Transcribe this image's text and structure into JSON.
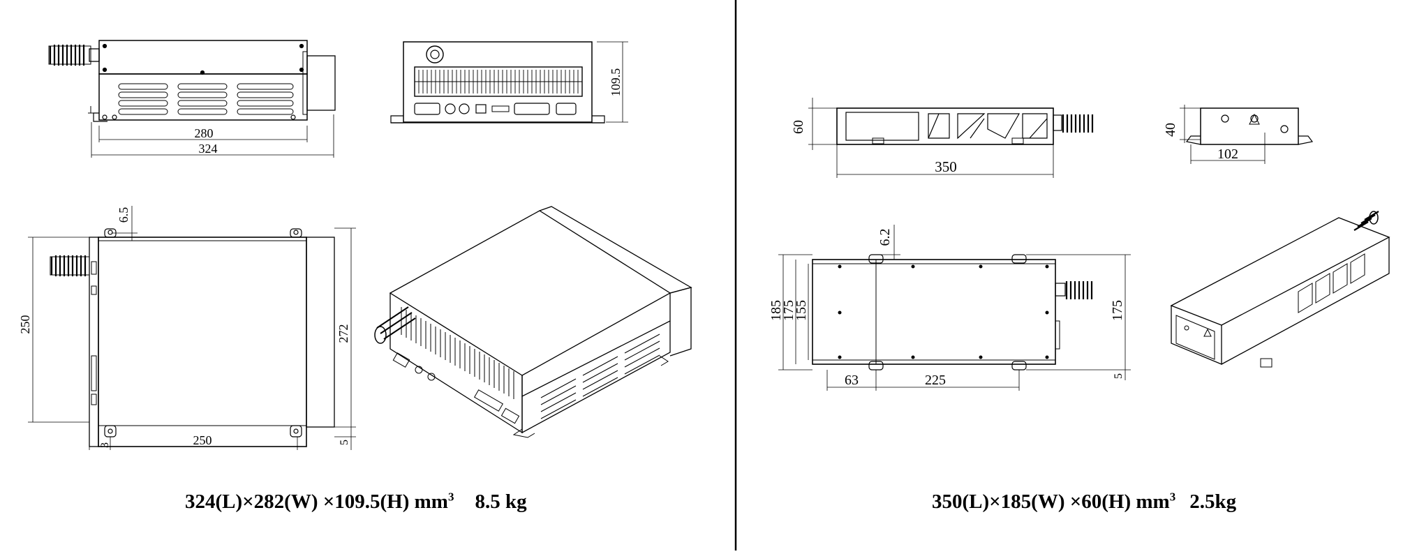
{
  "panels": [
    {
      "id": "left",
      "dims": {
        "top_inner_width": "280",
        "top_outer_width": "324",
        "front_height": "109.5",
        "plan_offset": "6.5",
        "plan_depth": "250",
        "plan_total_depth": "272",
        "plan_edge": "5",
        "plan_small": "3",
        "plan_width": "250"
      },
      "caption": {
        "size": "324(L)×282(W) ×109.5(H) mm",
        "unit_exponent": "3",
        "weight": "8.5 kg"
      }
    },
    {
      "id": "right",
      "dims": {
        "side_height": "60",
        "side_length": "350",
        "end_height": "40",
        "end_width": "102",
        "plan_offset": "6.2",
        "plan_outer": "185",
        "plan_mid": "175",
        "plan_inner": "155",
        "plan_right_height": "175",
        "plan_edge": "5",
        "plan_a": "63",
        "plan_b": "225"
      },
      "caption": {
        "size": "350(L)×185(W) ×60(H) mm",
        "unit_exponent": "3",
        "weight": "2.5kg"
      }
    }
  ],
  "colors": {
    "line": "#000000",
    "background": "#ffffff"
  }
}
